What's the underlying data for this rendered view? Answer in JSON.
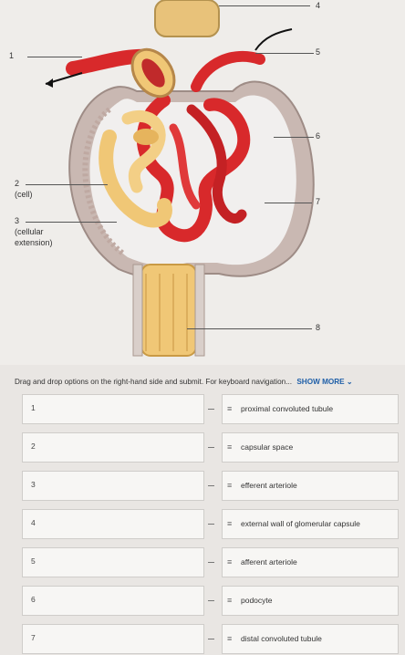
{
  "figure": {
    "labels": {
      "l1": "1",
      "l2_num": "2",
      "l2_sub": "(cell)",
      "l3_num": "3",
      "l3_sub1": "(cellular",
      "l3_sub2": "extension)",
      "l4": "4",
      "l5": "5",
      "l6": "6",
      "l7": "7",
      "l8": "8"
    }
  },
  "instructions": {
    "text": "Drag and drop options on the right-hand side and submit. For keyboard navigation...",
    "more": "SHOW MORE ⌄"
  },
  "rows": [
    {
      "num": "1",
      "option": "proximal convoluted tubule"
    },
    {
      "num": "2",
      "option": "capsular space"
    },
    {
      "num": "3",
      "option": "efferent arteriole"
    },
    {
      "num": "4",
      "option": "external wall of glomerular capsule"
    },
    {
      "num": "5",
      "option": "afferent arteriole"
    },
    {
      "num": "6",
      "option": "podocyte"
    },
    {
      "num": "7",
      "option": "distal convoluted tubule"
    }
  ],
  "icons": {
    "grip": "≡"
  },
  "colors": {
    "vessel": "#d8292b",
    "tubule": "#f0c776",
    "capsule": "#b9a6a0",
    "link": "#1f5fa8"
  }
}
